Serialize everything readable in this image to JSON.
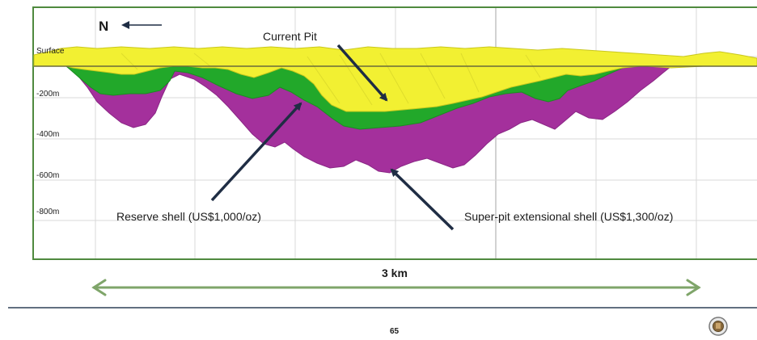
{
  "compass": {
    "label": "N"
  },
  "surface_label": "Surface",
  "depth_labels": [
    "-200m",
    "-400m",
    "-600m",
    "-800m"
  ],
  "annotations": {
    "current_pit": "Current Pit",
    "reserve_shell": "Reserve shell (US$1,000/oz)",
    "super_pit": "Super-pit extensional shell (US$1,300/oz)"
  },
  "scale_bar": {
    "label": "3 km"
  },
  "footer": {
    "page_number": "65"
  },
  "colors": {
    "frame": "#4f8a3e",
    "grid": "#d9d9d9",
    "current_pit": "#f2f032",
    "reserve_shell": "#22a82a",
    "super_pit": "#a4309c",
    "arrow": "#1f2d44",
    "scale_arrow": "#7fa56a"
  },
  "icons": {
    "logo": "company-logo-icon"
  }
}
